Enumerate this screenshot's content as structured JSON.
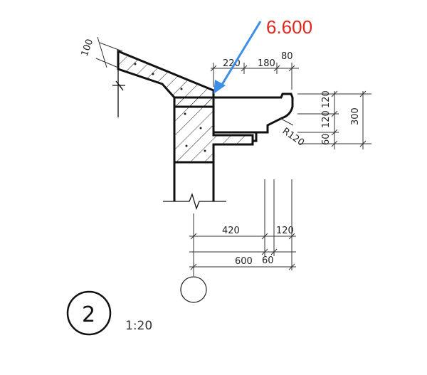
{
  "elevation_label": "6.600",
  "colors": {
    "elevation_text": "#e0271f",
    "arrow": "#3c8ee6",
    "line": "#111111",
    "dim_line": "#333333"
  },
  "dimensions": {
    "thickness_100": "100",
    "top_220": "220",
    "top_180": "180",
    "top_80": "80",
    "right_120a": "120",
    "right_120b": "120",
    "right_60": "60",
    "right_300": "300",
    "radius_r120": "R120",
    "bottom_420": "420",
    "bottom_120": "120",
    "bottom_60": "60",
    "bottom_600": "600"
  },
  "detail": {
    "number": "2",
    "scale": "1:20"
  }
}
